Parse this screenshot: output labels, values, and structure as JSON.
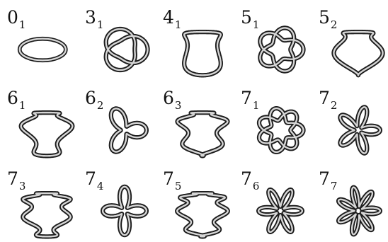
{
  "knots": [
    {
      "number": "0",
      "index": "1",
      "icon": "unknot-icon",
      "crossings": 0
    },
    {
      "number": "3",
      "index": "1",
      "icon": "trefoil-knot-icon",
      "crossings": 3
    },
    {
      "number": "4",
      "index": "1",
      "icon": "figure-eight-knot-icon",
      "crossings": 4
    },
    {
      "number": "5",
      "index": "1",
      "icon": "cinquefoil-knot-icon",
      "crossings": 5
    },
    {
      "number": "5",
      "index": "2",
      "icon": "three-twist-knot-icon",
      "crossings": 5
    },
    {
      "number": "6",
      "index": "1",
      "icon": "stevedore-knot-icon",
      "crossings": 6
    },
    {
      "number": "6",
      "index": "2",
      "icon": "knot-6-2-icon",
      "crossings": 6
    },
    {
      "number": "6",
      "index": "3",
      "icon": "knot-6-3-icon",
      "crossings": 6
    },
    {
      "number": "7",
      "index": "1",
      "icon": "septafoil-knot-icon",
      "crossings": 7
    },
    {
      "number": "7",
      "index": "2",
      "icon": "knot-7-2-icon",
      "crossings": 7
    },
    {
      "number": "7",
      "index": "3",
      "icon": "knot-7-3-icon",
      "crossings": 7
    },
    {
      "number": "7",
      "index": "4",
      "icon": "knot-7-4-icon",
      "crossings": 7
    },
    {
      "number": "7",
      "index": "5",
      "icon": "knot-7-5-icon",
      "crossings": 7
    },
    {
      "number": "7",
      "index": "6",
      "icon": "knot-7-6-icon",
      "crossings": 7
    },
    {
      "number": "7",
      "index": "7",
      "icon": "knot-7-7-icon",
      "crossings": 7
    }
  ],
  "colors": {
    "rope_outline": "#1c1c1c",
    "rope_fill": "#d6d6d6",
    "label": "#111111"
  }
}
